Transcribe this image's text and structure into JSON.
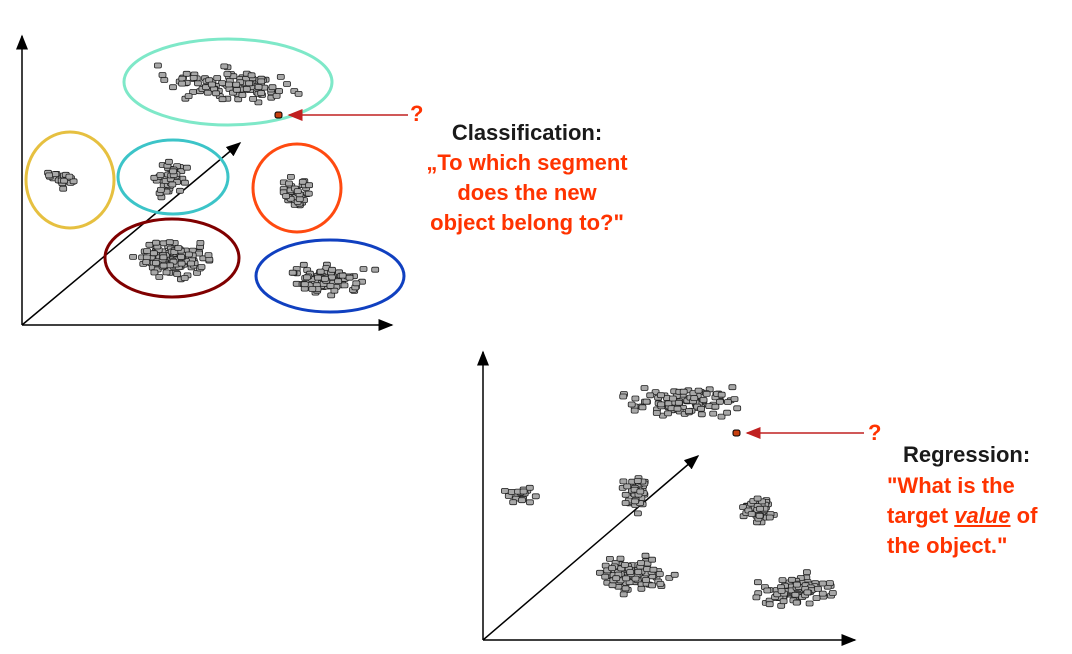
{
  "classification": {
    "title": "Classification:",
    "question_lines": [
      "„To which segment",
      "does the new",
      "object belong to?\""
    ],
    "marker": "?",
    "segment_colors": [
      "#7ee8c8",
      "#e6c040",
      "#3cc4c8",
      "#ff4a10",
      "#800000",
      "#1040c0"
    ]
  },
  "regression": {
    "title": "Regression:",
    "line1": "\"What is the",
    "line2_pre": "target ",
    "line2_value": "value",
    "line2_post": " of",
    "line3": "the object.\"",
    "marker": "?"
  },
  "colors": {
    "accent": "#ff3300",
    "point": "#c84010",
    "arrow": "#c02020"
  }
}
